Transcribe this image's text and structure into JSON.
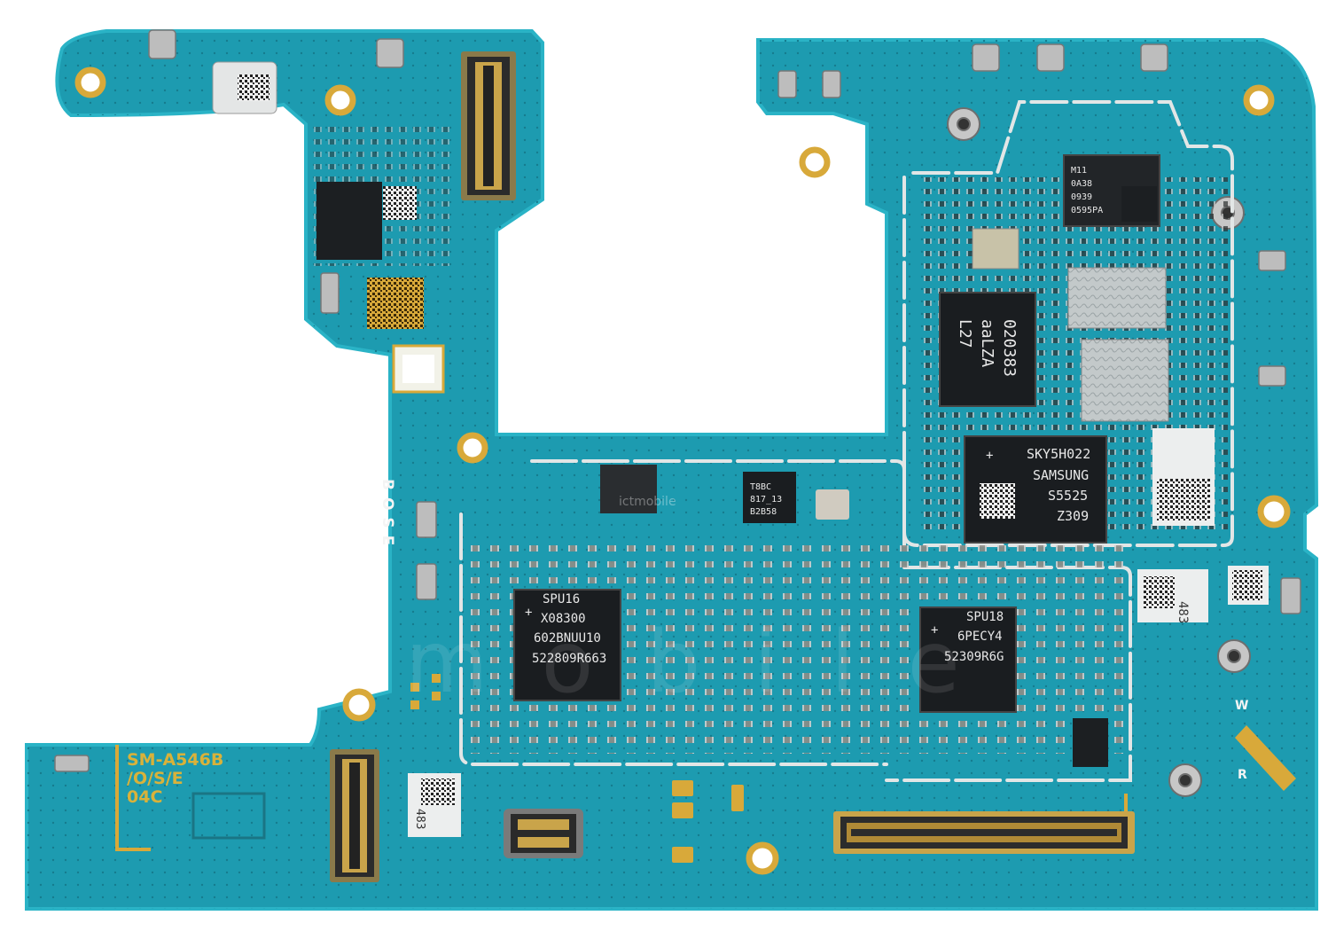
{
  "board": {
    "model_lines": [
      "SM-A546B",
      "/O/S/E",
      "04C"
    ],
    "silk_vertical": "BOSE",
    "silk_w": "W",
    "silk_r": "R",
    "watermark_text": "ictmobile",
    "watermark_small": "ictmobile"
  },
  "chips": {
    "main_l27": [
      "L27",
      "aaLZA",
      "020383"
    ],
    "samsung_modem": [
      "SKY5H022",
      "SAMSUNG",
      "S5525",
      "Z309"
    ],
    "pmic_left": [
      "SPU16",
      "X08300",
      "602BNUU10",
      "522809R663"
    ],
    "pmic_right": [
      "SPU18",
      "6PECY4",
      "52309R6G"
    ],
    "small_top": [
      "T8BC",
      "817_13",
      "B2B58"
    ],
    "module_top_right": [
      "M11",
      "0A38",
      "0939",
      "0595PA"
    ],
    "chip_483_right": "483",
    "chip_483_left": "483"
  },
  "colors": {
    "board": "#1d9bb0",
    "board_edge": "#2ab3c6",
    "gold": "#d8a93a",
    "shield_line": "#e2e6e6",
    "ic": "#1a1d20",
    "silver": "#b9c0c2"
  }
}
